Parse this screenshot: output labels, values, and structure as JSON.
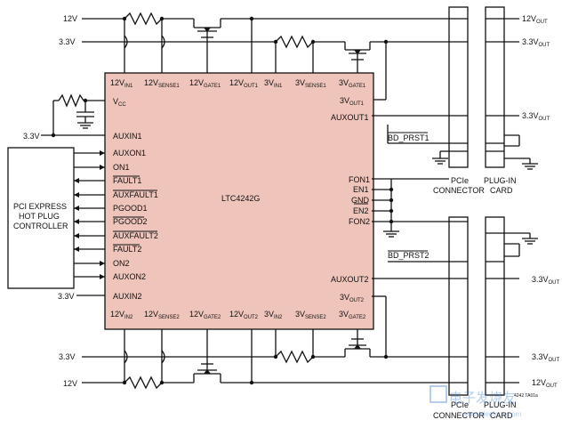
{
  "colors": {
    "chip_fill": "#efc4bb",
    "wire": "#111111",
    "background": "#ffffff"
  },
  "chip": {
    "name": "LTC4242G",
    "top_pins": [
      {
        "main": "12V",
        "sub": "IN1"
      },
      {
        "main": "12V",
        "sub": "SENSE1"
      },
      {
        "main": "12V",
        "sub": "GATE1"
      },
      {
        "main": "12V",
        "sub": "OUT1"
      },
      {
        "main": "3V",
        "sub": "IN1"
      },
      {
        "main": "3V",
        "sub": "SENSE1"
      },
      {
        "main": "3V",
        "sub": "GATE1"
      }
    ],
    "bottom_pins": [
      {
        "main": "12V",
        "sub": "IN2"
      },
      {
        "main": "12V",
        "sub": "SENSE2"
      },
      {
        "main": "12V",
        "sub": "GATE2"
      },
      {
        "main": "12V",
        "sub": "OUT2"
      },
      {
        "main": "3V",
        "sub": "IN2"
      },
      {
        "main": "3V",
        "sub": "SENSE2"
      },
      {
        "main": "3V",
        "sub": "GATE2"
      }
    ],
    "left_pins": [
      "V",
      "AUXIN1",
      "AUXON1",
      "ON1",
      "FAULT1",
      "AUXFAULT1",
      "PGOOD1",
      "PGOOD2",
      "AUXFAULT2",
      "FAULT2",
      "ON2",
      "AUXON2",
      "AUXIN2"
    ],
    "vcc_sub": "CC",
    "right_pins": [
      {
        "main": "3V",
        "sub": "OUT1"
      },
      {
        "main": "AUXOUT1",
        "sub": ""
      },
      {
        "main": "FON1",
        "sub": ""
      },
      {
        "main": "EN1",
        "sub": ""
      },
      {
        "main": "GND",
        "sub": ""
      },
      {
        "main": "EN2",
        "sub": ""
      },
      {
        "main": "FON2",
        "sub": ""
      },
      {
        "main": "AUXOUT2",
        "sub": ""
      },
      {
        "main": "3V",
        "sub": "OUT2"
      }
    ]
  },
  "controller": {
    "line1": "PCI EXPRESS",
    "line2": "HOT PLUG",
    "line3": "CONTROLLER"
  },
  "rails": {
    "top_12v": "12V",
    "top_3v3": "3.3V",
    "aux_3v3": "3.3V",
    "bottom_3v3": "3.3V",
    "bottom_12v": "12V"
  },
  "outputs": {
    "top": [
      {
        "main": "12V",
        "sub": "OUT"
      },
      {
        "main": "3.3V",
        "sub": "OUT"
      },
      {
        "main": "3.3V",
        "sub": "OUT"
      }
    ],
    "bottom": [
      {
        "main": "3.3V",
        "sub": "OUT"
      },
      {
        "main": "3.3V",
        "sub": "OUT"
      },
      {
        "main": "12V",
        "sub": "OUT"
      }
    ]
  },
  "signals": {
    "bd_prst1": "BD_PRST1",
    "bd_prst2": "BD_PRST2"
  },
  "connector_labels": {
    "top_connector": [
      "PCIe",
      "CONNECTOR"
    ],
    "top_card": [
      "PLUG-IN",
      "CARD"
    ],
    "bottom_connector": [
      "PCIe",
      "CONNECTOR"
    ],
    "bottom_card": [
      "PLUG-IN",
      "CARD"
    ]
  },
  "figure_code": "4242 TA01a",
  "watermark": {
    "text": "电子发烧友",
    "url": "www.elecfans.com"
  }
}
